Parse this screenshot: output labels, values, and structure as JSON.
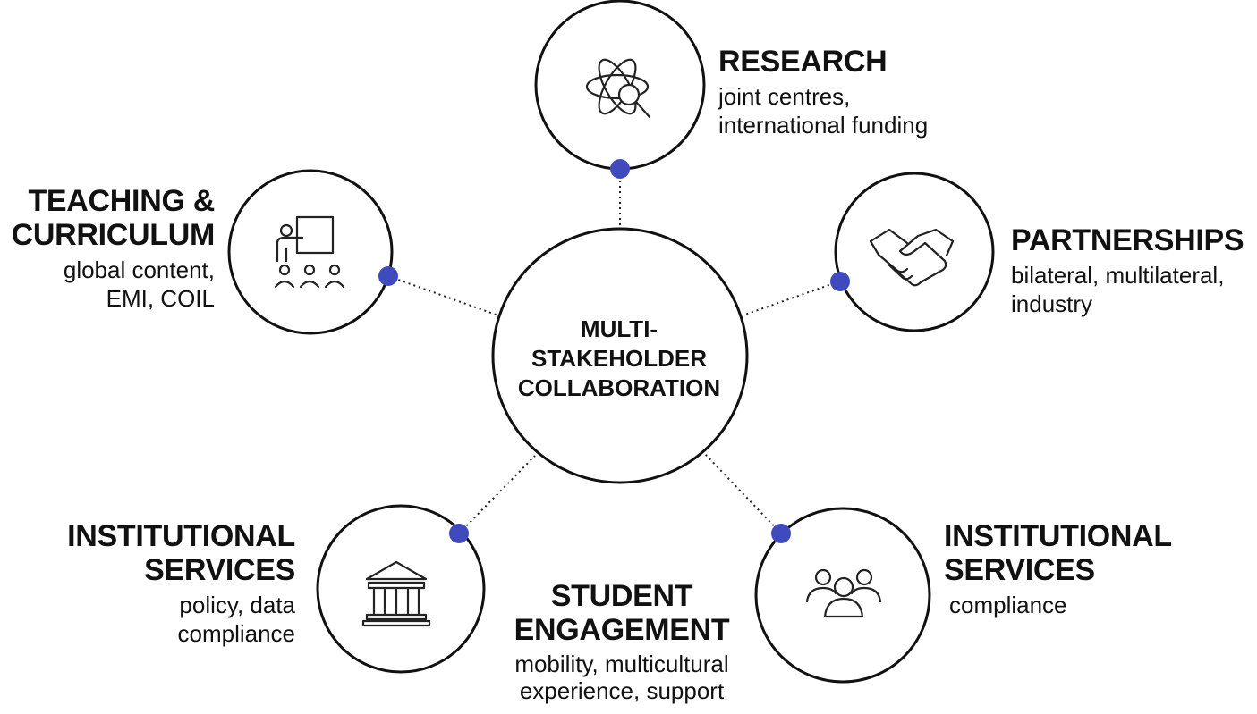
{
  "hub": {
    "lines": [
      "MULTI-",
      "STAKEHOLDER",
      "COLLABORATION"
    ]
  },
  "nodes": {
    "research": {
      "title_lines": [
        "RESEARCH"
      ],
      "desc_lines": [
        "joint centres,",
        "international funding"
      ],
      "icon": "atom-magnifier-icon"
    },
    "teaching": {
      "title_lines": [
        "TEACHING &",
        "CURRICULUM"
      ],
      "desc_lines": [
        "global content,",
        "EMI, COIL"
      ],
      "icon": "teacher-presentation-icon"
    },
    "partnerships": {
      "title_lines": [
        "PARTNERSHIPS"
      ],
      "desc_lines": [
        "bilateral, multilateral,",
        "industry"
      ],
      "icon": "handshake-icon"
    },
    "services_left": {
      "title_lines": [
        "INSTITUTIONAL",
        "SERVICES"
      ],
      "desc_lines": [
        "policy, data",
        "compliance"
      ],
      "icon": "institution-building-icon"
    },
    "services_right": {
      "title_lines": [
        "INSTITUTIONAL",
        "SERVICES"
      ],
      "desc_lines": [
        "compliance"
      ],
      "icon": "people-group-icon"
    },
    "student": {
      "title_lines": [
        "STUDENT",
        "ENGAGEMENT"
      ],
      "desc_lines": [
        "mobility, multicultural",
        "experience, support"
      ]
    }
  },
  "colors": {
    "accent_dot": "#3f4bbd",
    "stroke": "#111111",
    "background": "#ffffff"
  }
}
